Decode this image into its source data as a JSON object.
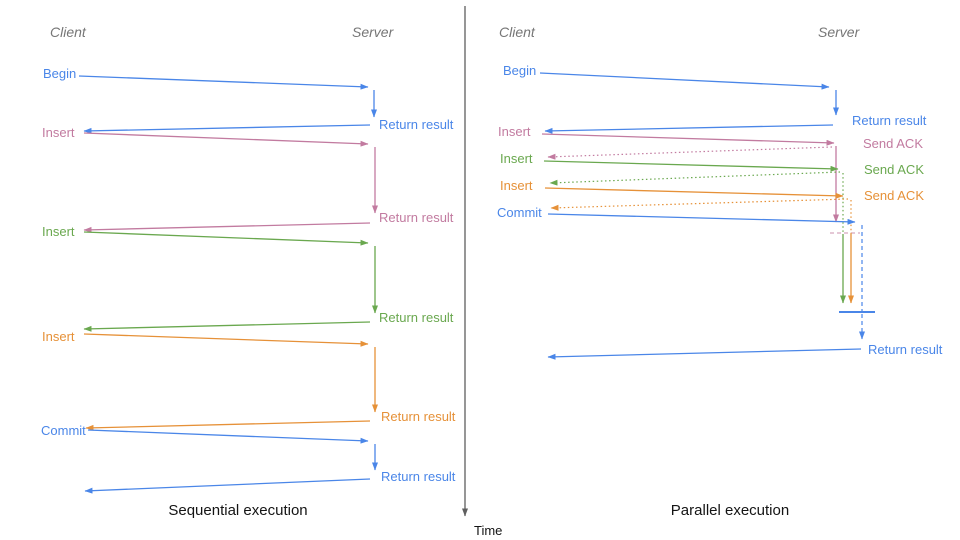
{
  "colors": {
    "blue": "#4a86e8",
    "pink": "#c27ba0",
    "green": "#6aa84f",
    "orange": "#e69138",
    "header_gray": "#767676",
    "axis_gray": "#5f5f5f",
    "title_black": "#141414",
    "pink_light_dash": "#d5a6bd"
  },
  "time_axis": {
    "label": "Time"
  },
  "left": {
    "title": "Sequential execution",
    "client": "Client",
    "server": "Server",
    "rows": [
      {
        "label": "Begin",
        "response": "Return result"
      },
      {
        "label": "Insert",
        "response": "Return result"
      },
      {
        "label": "Insert",
        "response": "Return result"
      },
      {
        "label": "Insert",
        "response": "Return result"
      },
      {
        "label": "Commit",
        "response": "Return result"
      }
    ]
  },
  "right": {
    "title": "Parallel execution",
    "client": "Client",
    "server": "Server",
    "rows": [
      {
        "label": "Begin",
        "response": "Return result"
      },
      {
        "label": "Insert",
        "response": "Send ACK"
      },
      {
        "label": "Insert",
        "response": "Send ACK"
      },
      {
        "label": "Insert",
        "response": "Send ACK"
      },
      {
        "label": "Commit",
        "response": "Return result"
      }
    ]
  }
}
